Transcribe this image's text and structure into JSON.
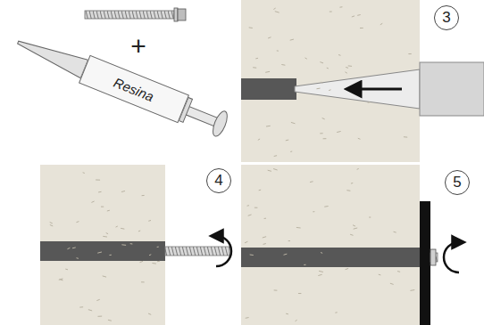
{
  "diagram": {
    "nodes": [
      {
        "text": [
          "Resina"
        ]
      },
      {
        "text": [
          "3"
        ]
      },
      {
        "text": [
          "4"
        ]
      },
      {
        "text": [
          "5"
        ]
      }
    ],
    "labels": [
      "+"
    ]
  }
}
